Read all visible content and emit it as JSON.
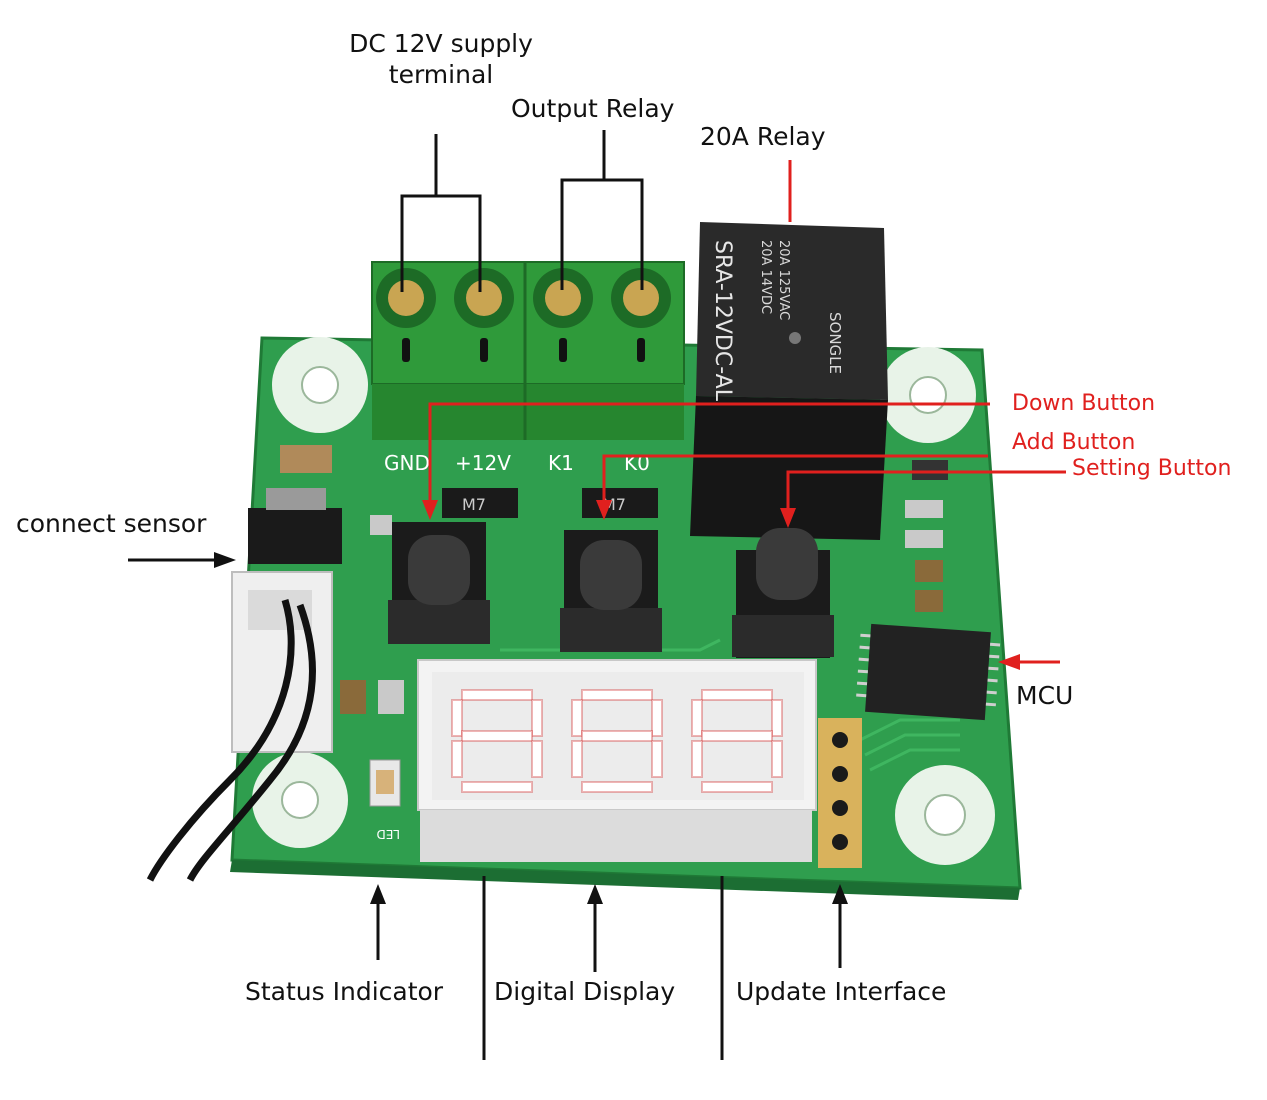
{
  "labels": {
    "dc_supply_line1": "DC 12V supply",
    "dc_supply_line2": "terminal",
    "output_relay": "Output Relay",
    "relay_20a": "20A Relay",
    "down_button": "Down Button",
    "add_button": "Add Button",
    "setting_button": "Setting Button",
    "connect_sensor": "connect sensor",
    "mcu": "MCU",
    "status_indicator": "Status Indicator",
    "digital_display": "Digital Display",
    "update_interface": "Update Interface"
  },
  "board_text": {
    "terminal_gnd": "GND",
    "terminal_12v": "+12V",
    "terminal_k1": "K1",
    "terminal_k0": "K0",
    "relay_model": "SRA-12VDC-AL",
    "relay_rating_1": "20A 14VDC",
    "relay_rating_2": "20A 125VAC",
    "relay_brand": "SONGLE",
    "diode_1": "M7",
    "diode_2": "M7",
    "led_label": "LED"
  },
  "colors": {
    "annotation_red": "#e0201e",
    "annotation_black": "#111111",
    "pcb_green": "#2f9e4e",
    "terminal_green": "#2f9a3a",
    "relay_black": "#1c1c1c",
    "display_red": "#d12a2a"
  }
}
